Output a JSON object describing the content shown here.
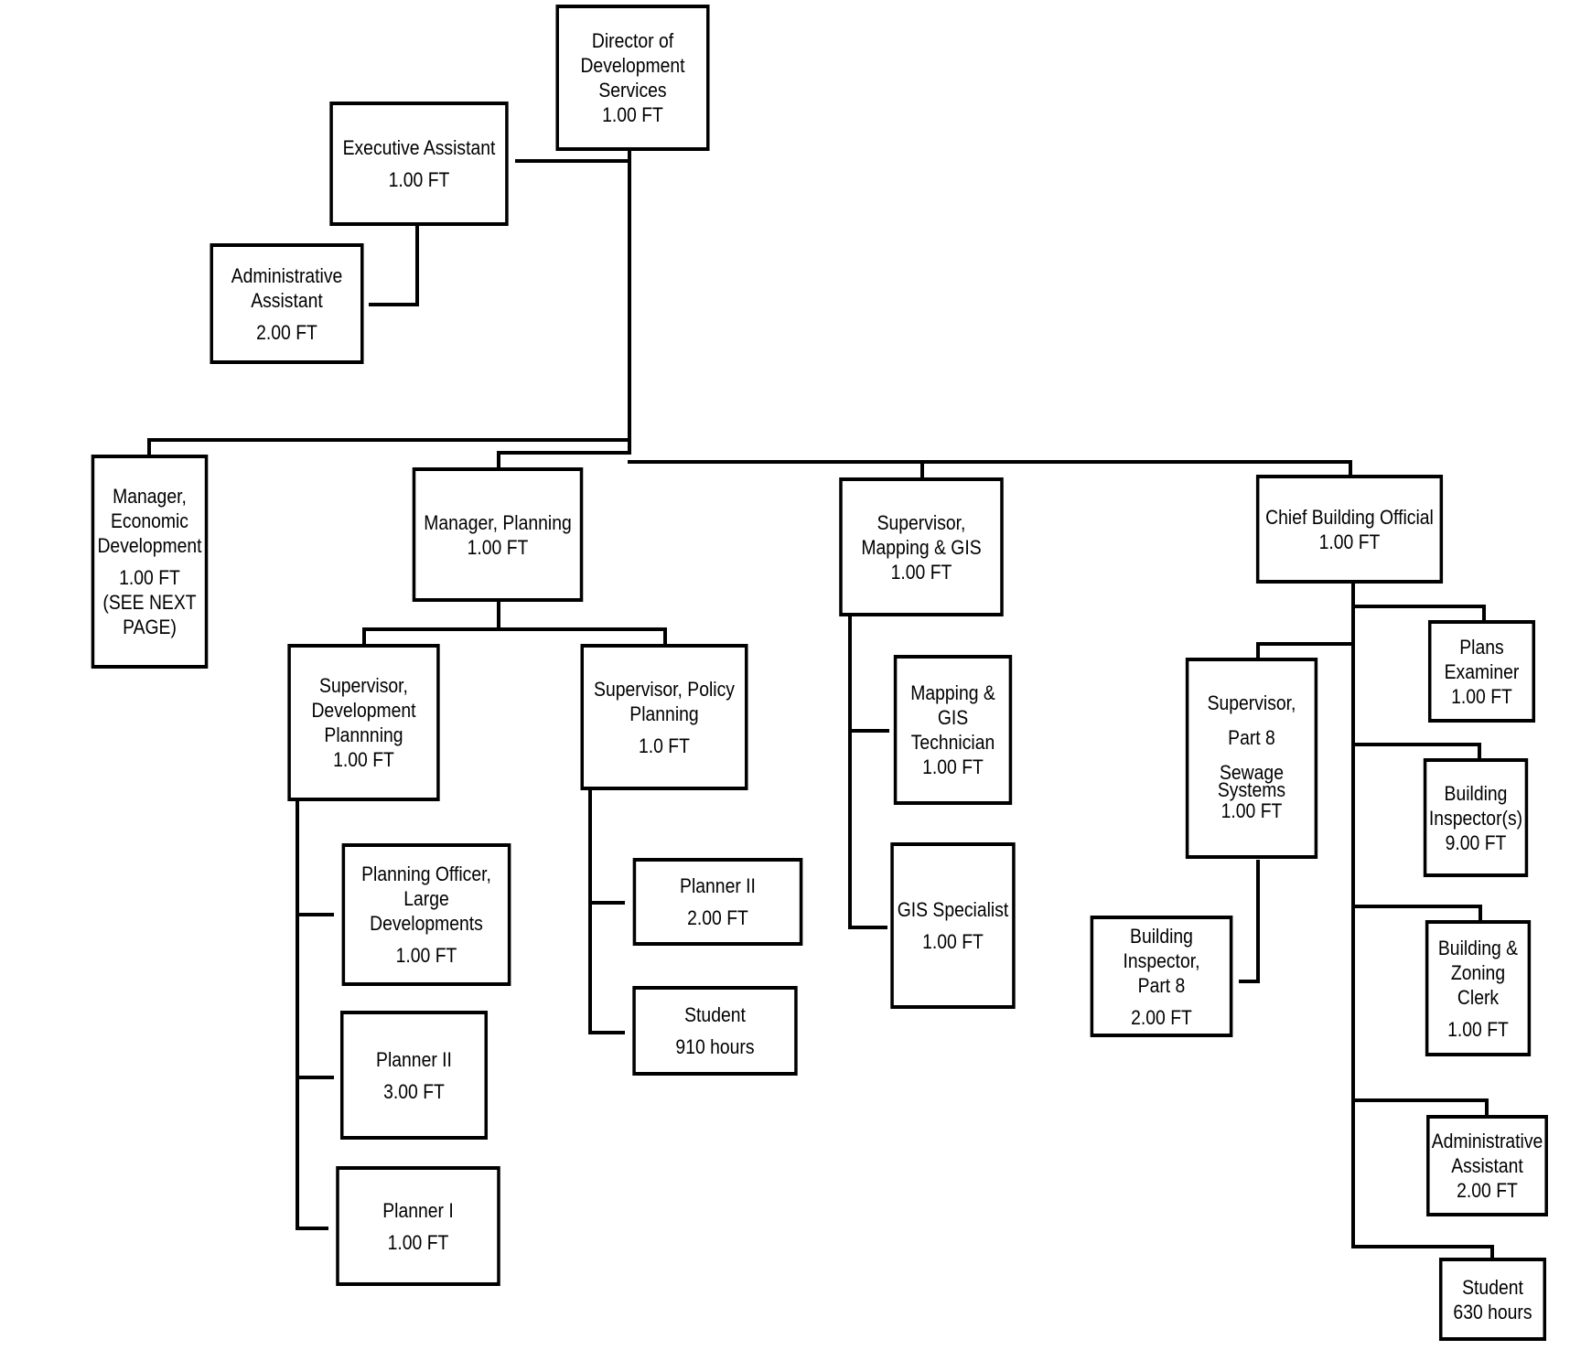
{
  "org_chart": {
    "director": {
      "title": "Director of\nDevelopment\nServices",
      "fte": "1.00 FT"
    },
    "exec_assistant": {
      "title": "Executive Assistant",
      "fte": "1.00 FT"
    },
    "admin_assistant": {
      "title": "Administrative\nAssistant",
      "fte": "2.00 FT"
    },
    "mgr_econ": {
      "title": "Manager,\nEconomic\nDevelopment",
      "fte": "1.00 FT",
      "note": "(SEE NEXT\nPAGE)"
    },
    "mgr_planning": {
      "title": "Manager, Planning",
      "fte": "1.00 FT"
    },
    "sup_mapping": {
      "title": "Supervisor,\nMapping & GIS",
      "fte": "1.00 FT"
    },
    "chief_building": {
      "title": "Chief Building Official",
      "fte": "1.00 FT"
    },
    "sup_dev": {
      "title": "Supervisor,\nDevelopment\nPlannning",
      "fte": "1.00 FT"
    },
    "sup_policy": {
      "title": "Supervisor, Policy\nPlanning",
      "fte": "1.0 FT"
    },
    "planning_officer": {
      "title": "Planning Officer,\nLarge Developments",
      "fte": "1.00 FT"
    },
    "planner2_dev": {
      "title": "Planner II",
      "fte": "3.00 FT"
    },
    "planner1": {
      "title": "Planner I",
      "fte": "1.00 FT"
    },
    "planner2_policy": {
      "title": "Planner II",
      "fte": "2.00 FT"
    },
    "student_policy": {
      "title": "Student",
      "fte": "910 hours"
    },
    "gis_tech": {
      "title": "Mapping & GIS\nTechnician",
      "fte": "1.00 FT"
    },
    "gis_specialist": {
      "title": "GIS Specialist",
      "fte": "1.00 FT"
    },
    "sup_sewage": {
      "title": "Supervisor,\n\nPart 8\n\nSewage Systems",
      "fte": "1.00 FT"
    },
    "bldg_insp_part8": {
      "title": "Building Inspector,\nPart 8",
      "fte": "2.00 FT"
    },
    "plans_examiner": {
      "title": "Plans\nExaminer",
      "fte": "1.00 FT"
    },
    "bldg_inspectors": {
      "title": "Building\nInspector(s)",
      "fte": "9.00 FT"
    },
    "zoning_clerk": {
      "title": "Building &\nZoning Clerk",
      "fte": "1.00 FT"
    },
    "admin_asst_bldg": {
      "title": "Administrative\nAssistant",
      "fte": "2.00 FT"
    },
    "student_bldg": {
      "title": "Student",
      "fte": "630 hours"
    }
  }
}
